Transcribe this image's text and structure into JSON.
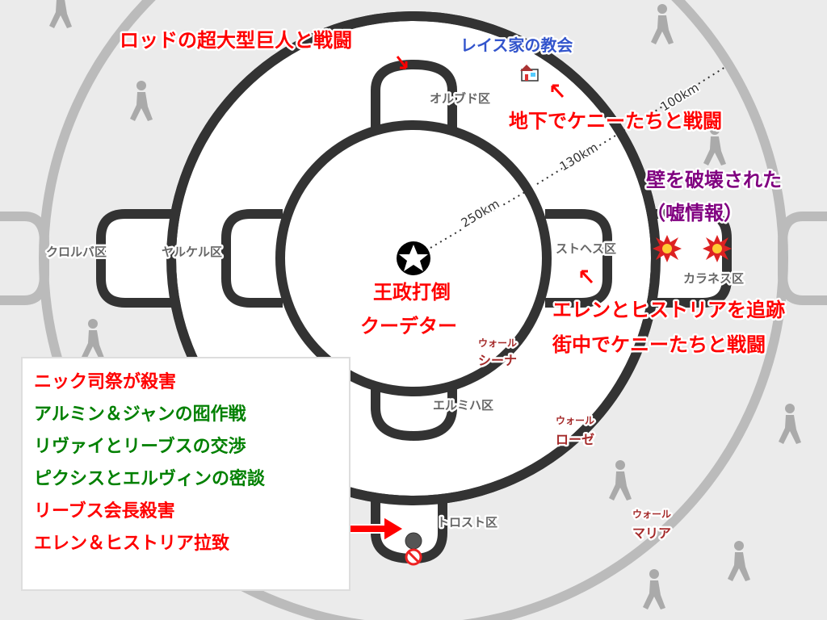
{
  "districts": {
    "orvud": "オルブド区",
    "yarckel": "ヤルケル区",
    "krolva": "クロルバ区",
    "stohess": "ストヘス区",
    "karanes": "カラネス区",
    "ermich": "エルミハ区",
    "trost": "トロスト区"
  },
  "walls": {
    "sina": {
      "prefix": "ウォール",
      "name": "シーナ"
    },
    "rose": {
      "prefix": "ウォール",
      "name": "ローゼ"
    },
    "maria": {
      "prefix": "ウォール",
      "name": "マリア"
    }
  },
  "distances": {
    "inner": "250km",
    "middle": "130km",
    "outer": "100km"
  },
  "annotations": {
    "rod": "ロッドの超大型巨人と戦闘",
    "church": "レイス家の教会",
    "underground": "地下でケニーたちと戦闘",
    "wall_destroyed_1": "壁を破壊された",
    "wall_destroyed_2": "（嘘情報）",
    "coup_1": "王政打倒",
    "coup_2": "クーデター",
    "chase_1": "エレンとヒストリアを追跡",
    "chase_2": "街中でケニーたちと戦闘"
  },
  "legend": [
    {
      "text": "ニック司祭が殺害",
      "color": "#ff0000"
    },
    {
      "text": "アルミン＆ジャンの囮作戦",
      "color": "#008000"
    },
    {
      "text": "リヴァイとリーブスの交渉",
      "color": "#008000"
    },
    {
      "text": "ピクシスとエルヴィンの密談",
      "color": "#008000"
    },
    {
      "text": "リーブス会長殺害",
      "color": "#ff0000"
    },
    {
      "text": "エレン＆ヒストリア拉致",
      "color": "#ff0000"
    }
  ],
  "colors": {
    "wall": "#333333",
    "outer_wall": "#bbbbbb",
    "accent_red": "#ff0000",
    "church_blue": "#3355cc",
    "purple": "#800080"
  }
}
